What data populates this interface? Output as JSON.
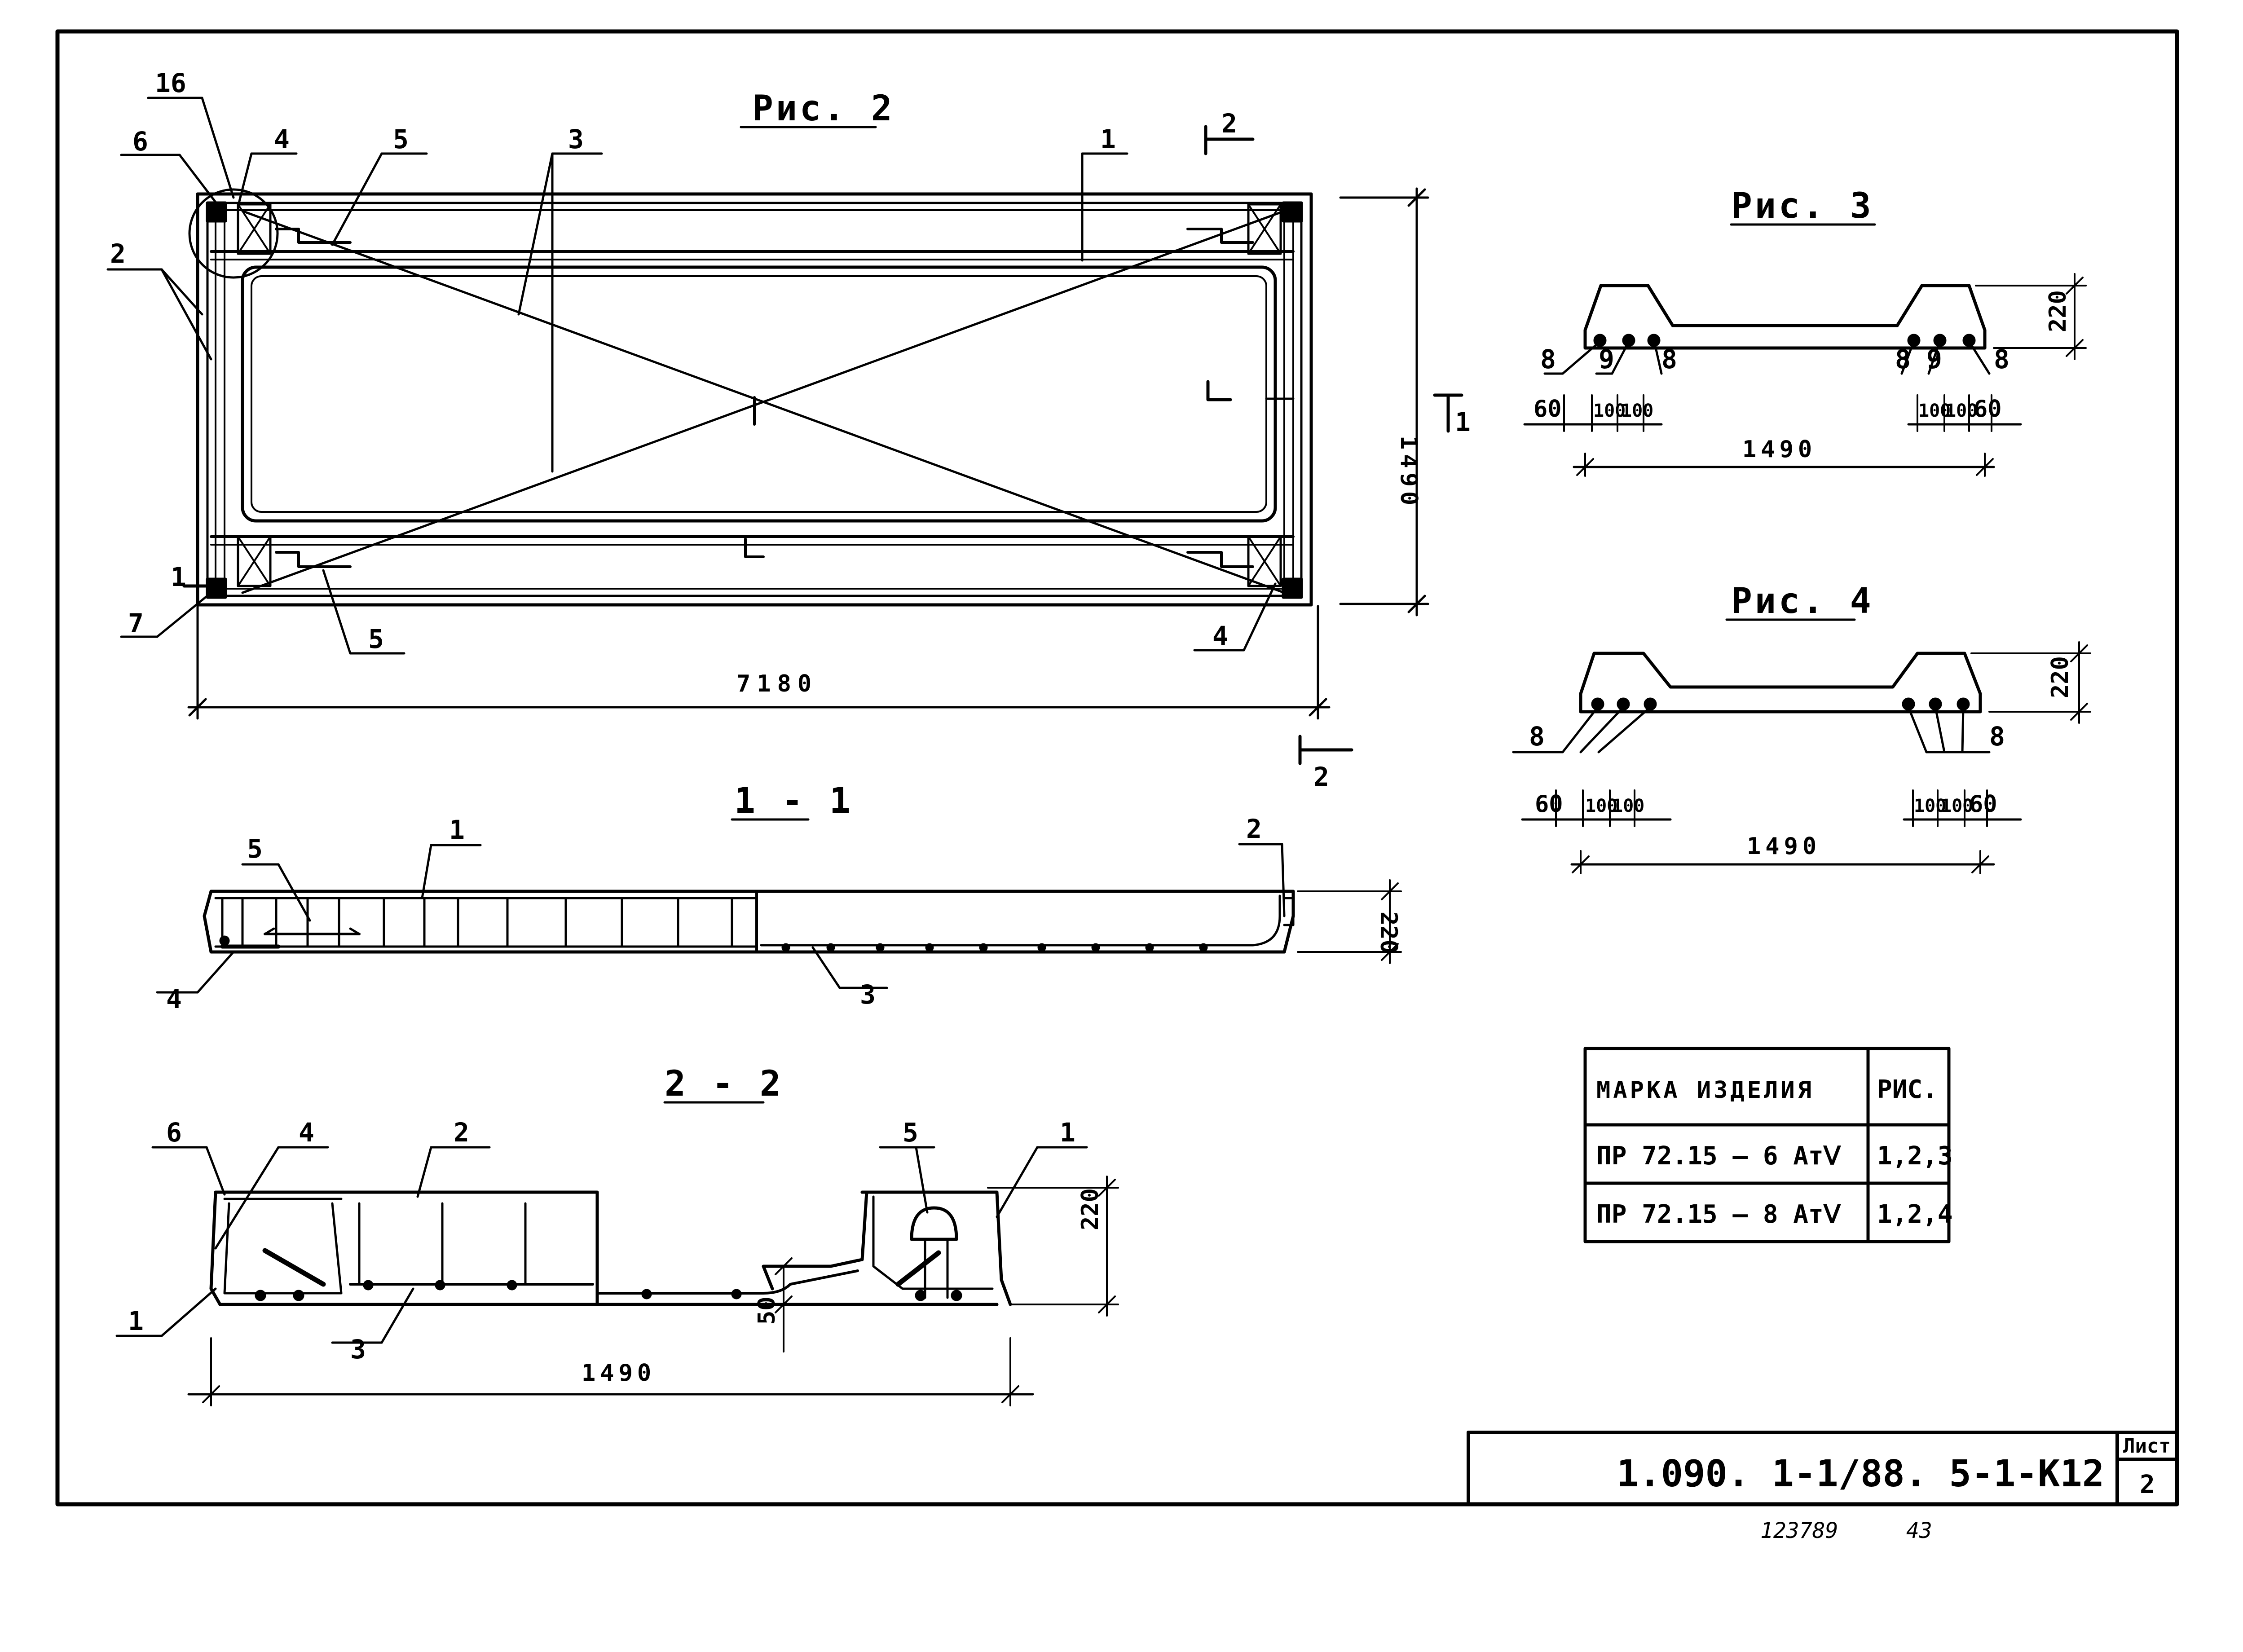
{
  "figures": {
    "fig2": {
      "title": "Рис. 2",
      "callouts": [
        "16",
        "6",
        "4",
        "5",
        "3",
        "1",
        "2",
        "7",
        "5",
        "4"
      ],
      "dims": {
        "length": "7180",
        "width": "1490"
      },
      "section_marks": {
        "s1_top": "1",
        "s1_bottom": "1",
        "s2_top": "2",
        "s2_bottom": "2"
      }
    },
    "fig3": {
      "title": "Рис. 3",
      "bar_labels": [
        "8",
        "9",
        "8",
        "8",
        "9",
        "8"
      ],
      "dims": {
        "d60a": "60",
        "d100a": "100",
        "d100b": "100",
        "d100c": "100",
        "d100d": "100",
        "d60b": "60",
        "width": "1490",
        "height": "220"
      }
    },
    "fig4": {
      "title": "Рис. 4",
      "bar_labels": [
        "8",
        "8"
      ],
      "dims": {
        "d60a": "60",
        "d100a": "100",
        "d100b": "100",
        "d100c": "100",
        "d100d": "100",
        "d60b": "60",
        "width": "1490",
        "height": "220"
      }
    },
    "sec11": {
      "title": "1 - 1",
      "callouts": [
        "5",
        "1",
        "2",
        "4",
        "3"
      ],
      "dims": {
        "height": "220"
      }
    },
    "sec22": {
      "title": "2 - 2",
      "callouts": [
        "6",
        "4",
        "2",
        "5",
        "1",
        "1",
        "3"
      ],
      "dims": {
        "height": "220",
        "cover": "50",
        "width": "1490"
      }
    }
  },
  "table": {
    "headers": [
      "МАРКА ИЗДЕЛИЯ",
      "РИС."
    ],
    "rows": [
      [
        "ПР 72.15 — 6 АтⅤ",
        "1,2,3"
      ],
      [
        "ПР 72.15 — 8 АтⅤ",
        "1,2,4"
      ]
    ]
  },
  "title_block": {
    "code": "1.090. 1-1/88. 5-1-К12",
    "sheet_label": "Лист",
    "sheet_number": "2",
    "stamp_number": "123789",
    "stamp_page": "43"
  }
}
